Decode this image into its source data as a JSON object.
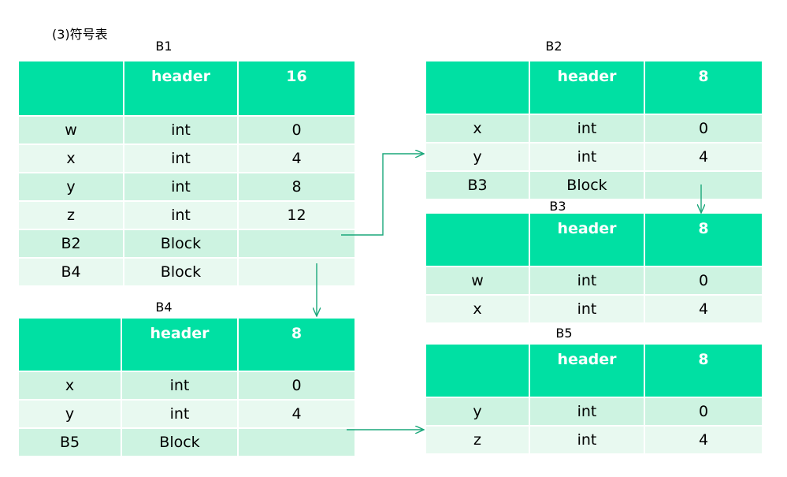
{
  "page_title": "(3)符号表",
  "colors": {
    "header_bg": "#00e0a3",
    "row_dark": "#cdf3e1",
    "row_light": "#e8f9f0",
    "arrow": "#1aa77a"
  },
  "tables": {
    "b1": {
      "caption": "B1",
      "header": [
        "",
        "header",
        "16"
      ],
      "rows": [
        [
          "w",
          "int",
          "0"
        ],
        [
          "x",
          "int",
          "4"
        ],
        [
          "y",
          "int",
          "8"
        ],
        [
          "z",
          "int",
          "12"
        ],
        [
          "B2",
          "Block",
          ""
        ],
        [
          "B4",
          "Block",
          ""
        ]
      ]
    },
    "b2": {
      "caption": "B2",
      "header": [
        "",
        "header",
        "8"
      ],
      "rows": [
        [
          "x",
          "int",
          "0"
        ],
        [
          "y",
          "int",
          "4"
        ],
        [
          "B3",
          "Block",
          ""
        ]
      ]
    },
    "b3": {
      "caption": "B3",
      "header": [
        "",
        "header",
        "8"
      ],
      "rows": [
        [
          "w",
          "int",
          "0"
        ],
        [
          "x",
          "int",
          "4"
        ]
      ]
    },
    "b4": {
      "caption": "B4",
      "header": [
        "",
        "header",
        "8"
      ],
      "rows": [
        [
          "x",
          "int",
          "0"
        ],
        [
          "y",
          "int",
          "4"
        ],
        [
          "B5",
          "Block",
          ""
        ]
      ]
    },
    "b5": {
      "caption": "B5",
      "header": [
        "",
        "header",
        "8"
      ],
      "rows": [
        [
          "y",
          "int",
          "0"
        ],
        [
          "z",
          "int",
          "4"
        ]
      ]
    }
  }
}
